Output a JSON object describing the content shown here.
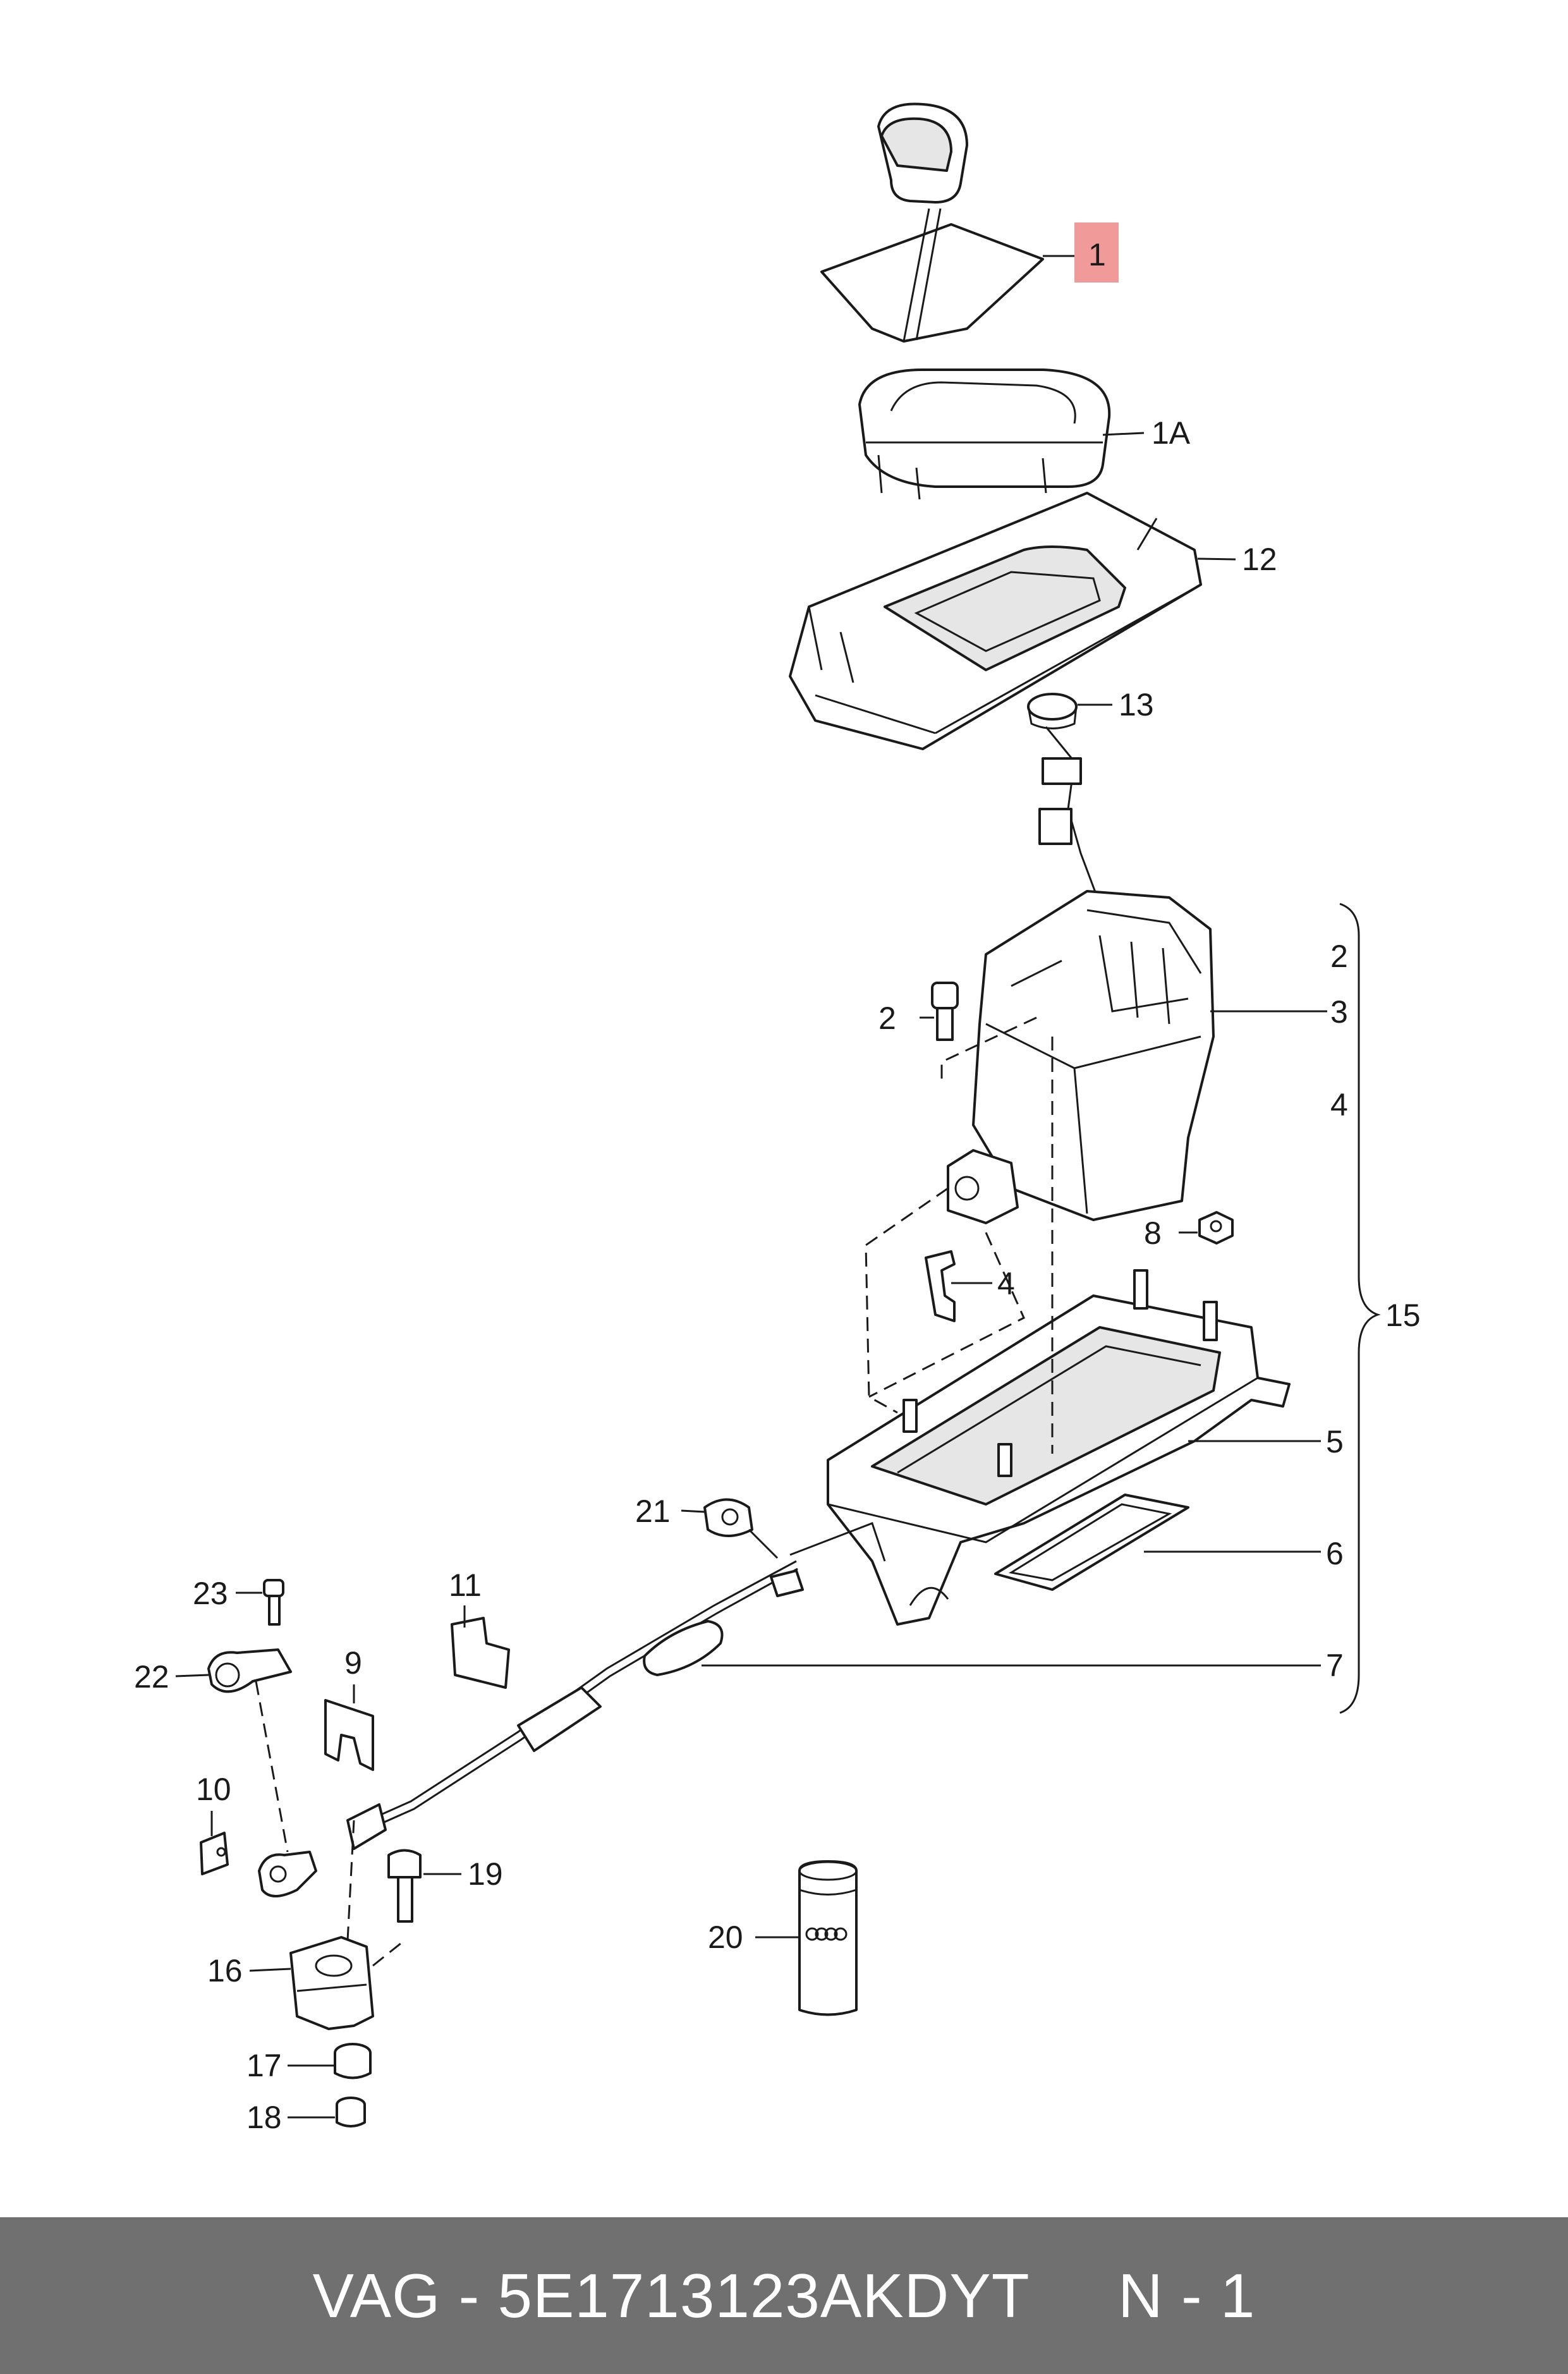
{
  "diagram": {
    "callouts": {
      "c1": "1",
      "c1a": "1A",
      "c12": "12",
      "c13": "13",
      "c2a": "2",
      "c2b": "2",
      "c3": "3",
      "c4a": "4",
      "c4b": "4",
      "c15": "15",
      "c8": "8",
      "c5": "5",
      "c6": "6",
      "c7": "7",
      "c21": "21",
      "c11": "11",
      "c23": "23",
      "c22": "22",
      "c9": "9",
      "c10": "10",
      "c19": "19",
      "c16": "16",
      "c17": "17",
      "c18": "18",
      "c20": "20"
    },
    "highlight_color": "#f19a9a",
    "footer_color": "#707070"
  },
  "footer": {
    "brand": "VAG",
    "separator": "-",
    "part_number": "5E1713123AKDYT",
    "position_label": "N",
    "position_sep": "-",
    "position_number": "1"
  }
}
